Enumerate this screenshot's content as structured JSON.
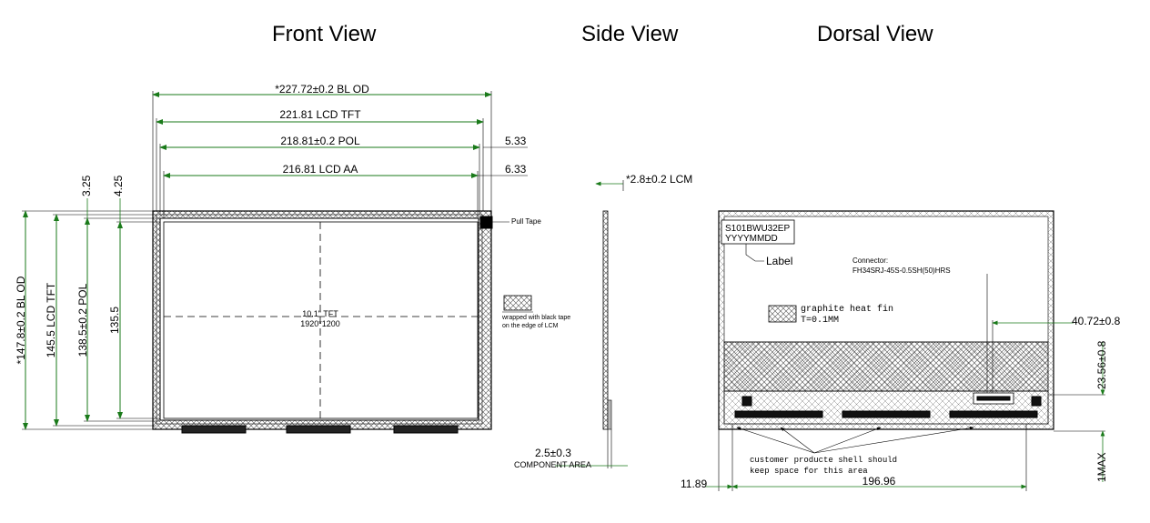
{
  "titles": {
    "front": "Front View",
    "side": "Side View",
    "dorsal": "Dorsal View"
  },
  "front": {
    "dim_bl_od_w": "*227.72±0.2 BL OD",
    "dim_lcd_tft_w": "221.81 LCD TFT",
    "dim_pol_w": "218.81±0.2 POL",
    "dim_lcd_aa_w": "216.81 LCD AA",
    "dim_533": "5.33",
    "dim_633": "6.33",
    "dim_325": "3.25",
    "dim_425": "4.25",
    "dim_bl_od_h": "*147.8±0.2 BL OD",
    "dim_lcd_tft_h": "145.5 LCD TFT",
    "dim_pol_h": "138.5±0.2 POL",
    "dim_aa_h": "135.5",
    "center_line1": "10.1\" TFT",
    "center_line2": "1920*1200",
    "pull_tape": "Pull Tape",
    "tape_note1": "wrapped with black tape",
    "tape_note2": "on the edge of LCM"
  },
  "side": {
    "dim_lcm": "*2.8±0.2 LCM",
    "dim_component": "2.5±0.3",
    "component_area": "COMPONENT AREA"
  },
  "dorsal": {
    "label_line1": "S101BWU32EP",
    "label_line2": "YYYYMMDD",
    "label_caption": "Label",
    "connector_line1": "Connector:",
    "connector_line2": "FH34SRJ-45S-0.5SH(50)HRS",
    "graphite_line1": "graphite heat fin",
    "graphite_line2": "T=0.1MM",
    "dim_4072": "40.72±0.8",
    "dim_2356": "23.56±0.8",
    "dim_1max": "1MAX",
    "dim_1189": "11.89",
    "dim_19696": "196.96",
    "customer_line1": "customer producte shell should",
    "customer_line2": "keep space for this area"
  }
}
